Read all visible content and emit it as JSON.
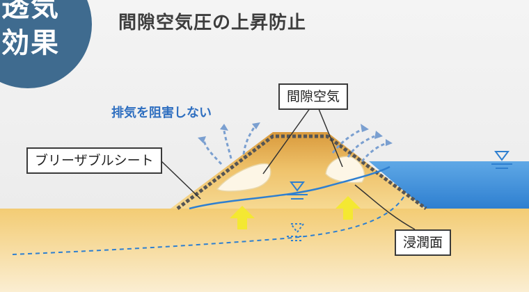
{
  "badge": {
    "line1": "透気",
    "line2": "効果",
    "color": "#3f6b8f"
  },
  "heading": "間隙空気圧の上昇防止",
  "exhaust_label": "排気を阻害しない",
  "callouts": {
    "sheet": "ブリーザブルシート",
    "void_air": "間隙空気",
    "seepage": "浸潤面"
  },
  "colors": {
    "exhaust_text": "#2f6fc0",
    "water": "#3f8fd6",
    "sand": "#f0c66a",
    "sheet_line": "#555555",
    "air_arrow": "#7a9fd0",
    "up_arrow": "#f4e832"
  },
  "icons": [
    "water-level-icon",
    "up-arrow-icon",
    "air-arrow-icon"
  ]
}
